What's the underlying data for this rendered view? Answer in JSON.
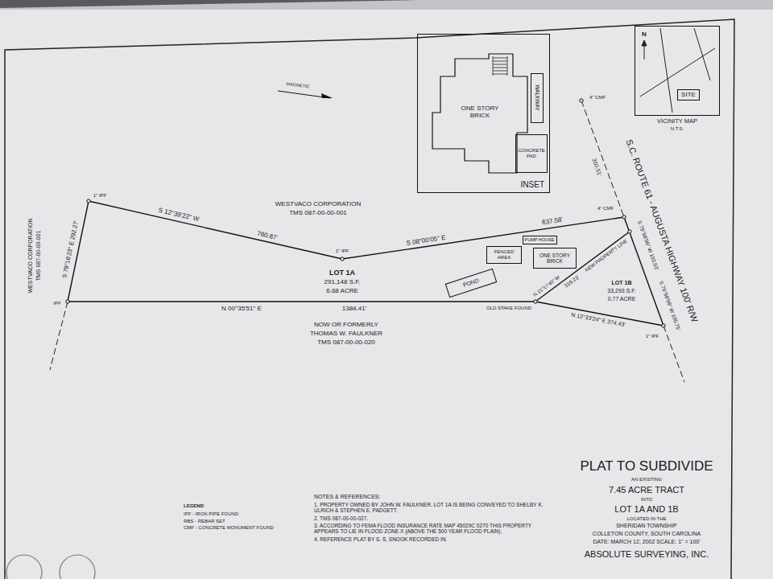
{
  "diagram": {
    "title": "PLAT TO SUBDIVIDE",
    "nodes": [
      {
        "text": [
          "INSET"
        ]
      },
      {
        "text": [
          "ONE STORY BRICK"
        ],
        "in": 0
      },
      {
        "text": [
          "WALKWAY"
        ],
        "in": 0
      },
      {
        "text": [
          "CONCRETE PAD"
        ],
        "in": 0
      },
      {
        "text": [
          "VICINITY MAP",
          "N.T.S."
        ]
      },
      {
        "text": [
          "SITE"
        ],
        "in": 4
      },
      {
        "text": [
          "FENCED AREA"
        ]
      },
      {
        "text": [
          "PUMP HOUSE"
        ]
      },
      {
        "text": [
          "ONE STORY BRICK"
        ]
      },
      {
        "text": [
          "POND"
        ]
      }
    ],
    "labels": [
      "MAGNETIC",
      "WESTVACO CORPORATION",
      "TMS 087-00-00-001",
      "WESTVACO CORPORATION",
      "TMS 087-00-00-001",
      "1\" IPF",
      "S 79°16'23\" E 292.27'",
      "S 12°39'22\" W",
      "760.87'",
      "1\" IPF",
      "S 08°00'05\" E",
      "637.58'",
      "4\" CMF",
      "350.51'",
      "4\" CMF",
      "LOT 1A",
      "291,148 S.F.",
      "6.68 ACRE",
      "N 00°35'51\" E",
      "1384.41'",
      "NOW OR FORMERLY",
      "THOMAS W. FAULKNER",
      "TMS 087-00-00-020",
      "OLD STAKE FOUND",
      "IPF",
      "N 21°17'40\" W",
      "319.23'",
      "NEW PROPERTY LINE",
      "LOT 1B",
      "33,293 S.F.",
      "0.77 ACRE",
      "N 12°33'24\" E 374.43'",
      "1\" IPF",
      "S 75°58'56\" W 103.53'",
      "S 75°58'56\" W 105.75'",
      "S.C. ROUTE 61 - AUGUSTA HIGHWAY 100' R/W",
      "N",
      "AN EXISTING",
      "7.45 ACRE TRACT",
      "INTO",
      "LOT 1A AND 1B",
      "LOCATED IN THE",
      "SHERIDAN TOWNSHIP",
      "COLLETON COUNTY, SOUTH CAROLINA",
      "DATE: MARCH 12, 2002 SCALE: 1\" = 100'",
      "ABSOLUTE SURVEYING, INC.",
      "NOTES & REFERENCES:",
      "1. PROPERTY OWNED BY JOHN W. FAULKNER. LOT 1A IS BEING CONVEYED TO SHELBY K. ULRICH & STEPHEN E. PADGETT.",
      "2. TMS 087-00-00-027.",
      "3. ACCORDING TO FEMA FLOOD INSURANCE RATE MAP 45029C 0270 THIS PROPERTY APPEARS TO LIE IN FLOOD ZONE X (ABOVE THE 500 YEAR FLOOD PLAIN).",
      "4. REFERENCE PLAT BY S. S. SNOOK RECORDED IN",
      "LEGEND"
    ],
    "legend": [
      {
        "text": "IPF - IRON PIPE FOUND"
      },
      {
        "text": "RBS - REBAR SET"
      },
      {
        "text": "CMF - CONCRETE MONUMENT FOUND"
      }
    ]
  }
}
